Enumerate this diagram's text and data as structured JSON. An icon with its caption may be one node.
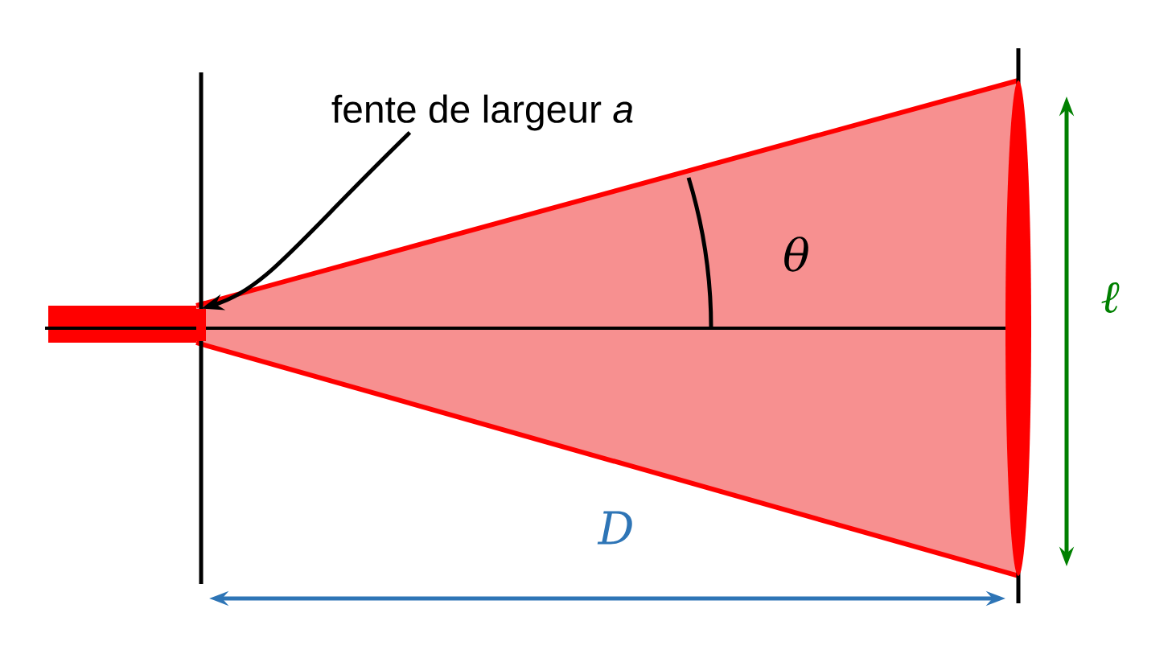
{
  "diagram": {
    "nodes": [
      {
        "text": [
          "fente de largeur *a*"
        ]
      },
      {
        "text": [],
        "shape": "slit"
      }
    ],
    "edges": [
      {
        "from": 0,
        "to": 1,
        "arrow": "to"
      }
    ],
    "labels": [
      "θ",
      "ℓ",
      "D"
    ]
  }
}
